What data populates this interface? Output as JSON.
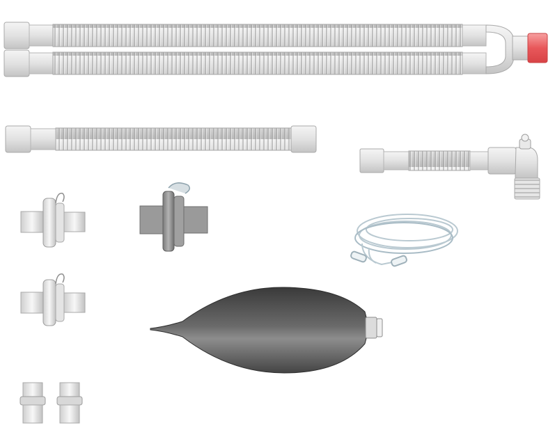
{
  "colors": {
    "background": "#ffffff",
    "tube_light": "#e4e4e4",
    "tube_mid": "#c9c9c9",
    "tube_dark": "#a8a8a8",
    "connector_red": "#e8575a",
    "filter_dark": "#8f8f8f",
    "bag_dark": "#3c3c3c",
    "bag_light": "#8a8a8a",
    "oxygen_line": "#bfcfd6"
  },
  "items": [
    {
      "name": "dual-limb-breathing-circuit",
      "icon": "corrugated-tube-pair"
    },
    {
      "name": "single-limb-extension-tube",
      "icon": "corrugated-tube"
    },
    {
      "name": "catheter-mount-elbow",
      "icon": "catheter-mount"
    },
    {
      "name": "hme-filter",
      "icon": "filter"
    },
    {
      "name": "bacterial-viral-filter",
      "icon": "filter"
    },
    {
      "name": "oxygen-sampling-line",
      "icon": "coiled-tube"
    },
    {
      "name": "hme-filter-small",
      "icon": "filter"
    },
    {
      "name": "reservoir-bag",
      "icon": "breathing-bag"
    },
    {
      "name": "straight-connectors",
      "icon": "connector-pair"
    }
  ]
}
